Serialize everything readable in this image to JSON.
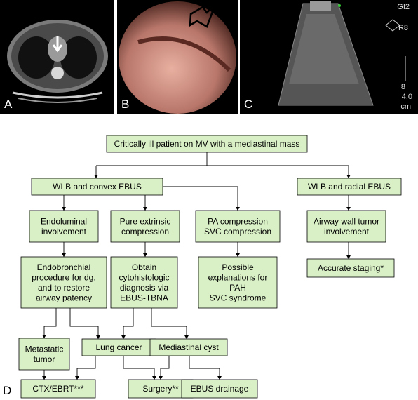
{
  "panels": {
    "a": {
      "letter": "A"
    },
    "b": {
      "letter": "B"
    },
    "c": {
      "letter": "C",
      "scale_marks": [
        "GI2",
        "R8",
        "8",
        "4.0",
        "cm"
      ]
    }
  },
  "flowchart": {
    "letter": "D",
    "nodes": {
      "root": [
        "Critically ill patient on MV with a mediastinal mass"
      ],
      "wlb_convex": [
        "WLB and convex EBUS"
      ],
      "wlb_radial": [
        "WLB and radial EBUS"
      ],
      "endoluminal": [
        "Endoluminal",
        "involvement"
      ],
      "pure_extrinsic": [
        "Pure extrinsic",
        "compression"
      ],
      "pa_svc": [
        "PA compression",
        "SVC compression"
      ],
      "airway_wall": [
        "Airway wall tumor",
        "involvement"
      ],
      "endobronchial": [
        "Endobronchial",
        "procedure for dg.",
        "and to restore",
        "airway patency"
      ],
      "obtain": [
        "Obtain",
        "cytohistologic",
        "diagnosis via",
        "EBUS-TBNA"
      ],
      "possible": [
        "Possible",
        "explanations for",
        "PAH",
        "SVC syndrome"
      ],
      "accurate": [
        "Accurate staging*"
      ],
      "metastatic": [
        "Metastatic",
        "tumor"
      ],
      "lung_cancer": [
        "Lung cancer"
      ],
      "mediastinal_cyst": [
        "Mediastinal cyst"
      ],
      "ctx": [
        "CTX/EBRT***"
      ],
      "surgery": [
        "Surgery**"
      ],
      "ebus_drainage": [
        "EBUS drainage"
      ]
    }
  },
  "colors": {
    "node_fill": "#d9f0c6",
    "node_stroke": "#000000",
    "panel_bg": "#000000"
  }
}
